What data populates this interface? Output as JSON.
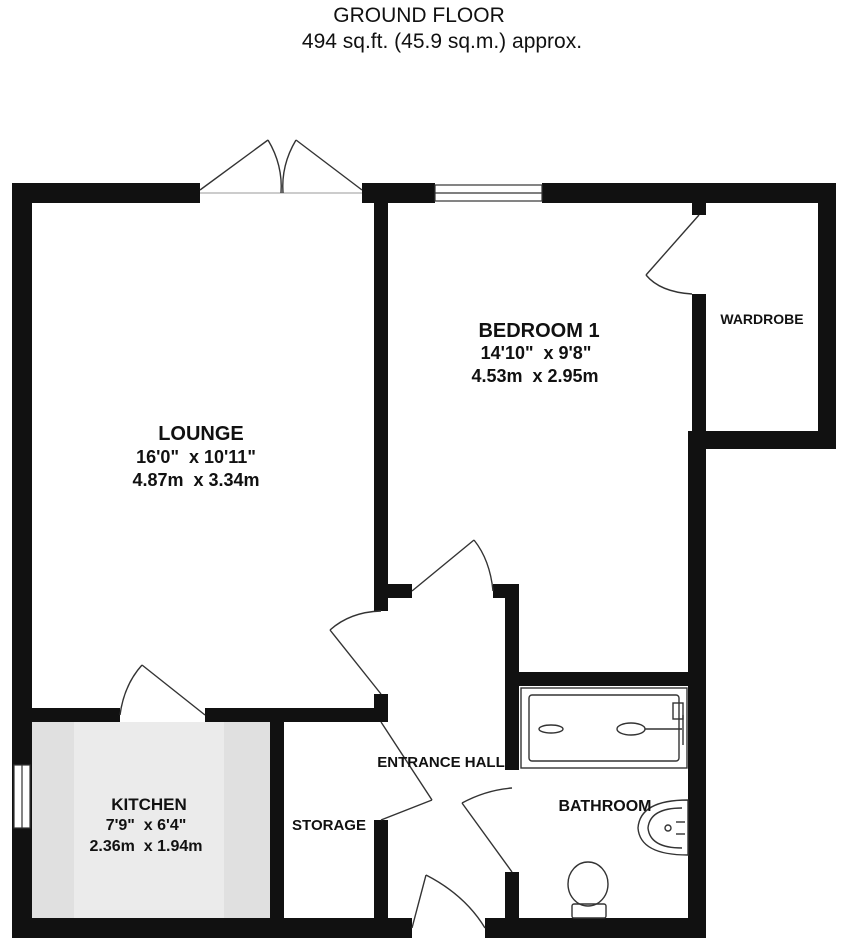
{
  "header": {
    "title": "GROUND FLOOR",
    "area": "494 sq.ft. (45.9 sq.m.) approx."
  },
  "rooms": {
    "lounge": {
      "name": "LOUNGE",
      "imperial": "16'0\"  x 10'11\"",
      "metric": "4.87m  x 3.34m"
    },
    "bedroom": {
      "name": "BEDROOM 1",
      "imperial": "14'10\"  x 9'8\"",
      "metric": "4.53m  x 2.95m"
    },
    "wardrobe": {
      "name": "WARDROBE"
    },
    "kitchen": {
      "name": "KITCHEN",
      "imperial": "7'9\"  x 6'4\"",
      "metric": "2.36m  x 1.94m"
    },
    "storage": {
      "name": "STORAGE"
    },
    "entrance_hall": {
      "name": "ENTRANCE HALL"
    },
    "bathroom": {
      "name": "BATHROOM"
    }
  },
  "colors": {
    "wall": "#111111",
    "kitchen_floor": "#e0e0e0",
    "door_line": "#333333"
  }
}
